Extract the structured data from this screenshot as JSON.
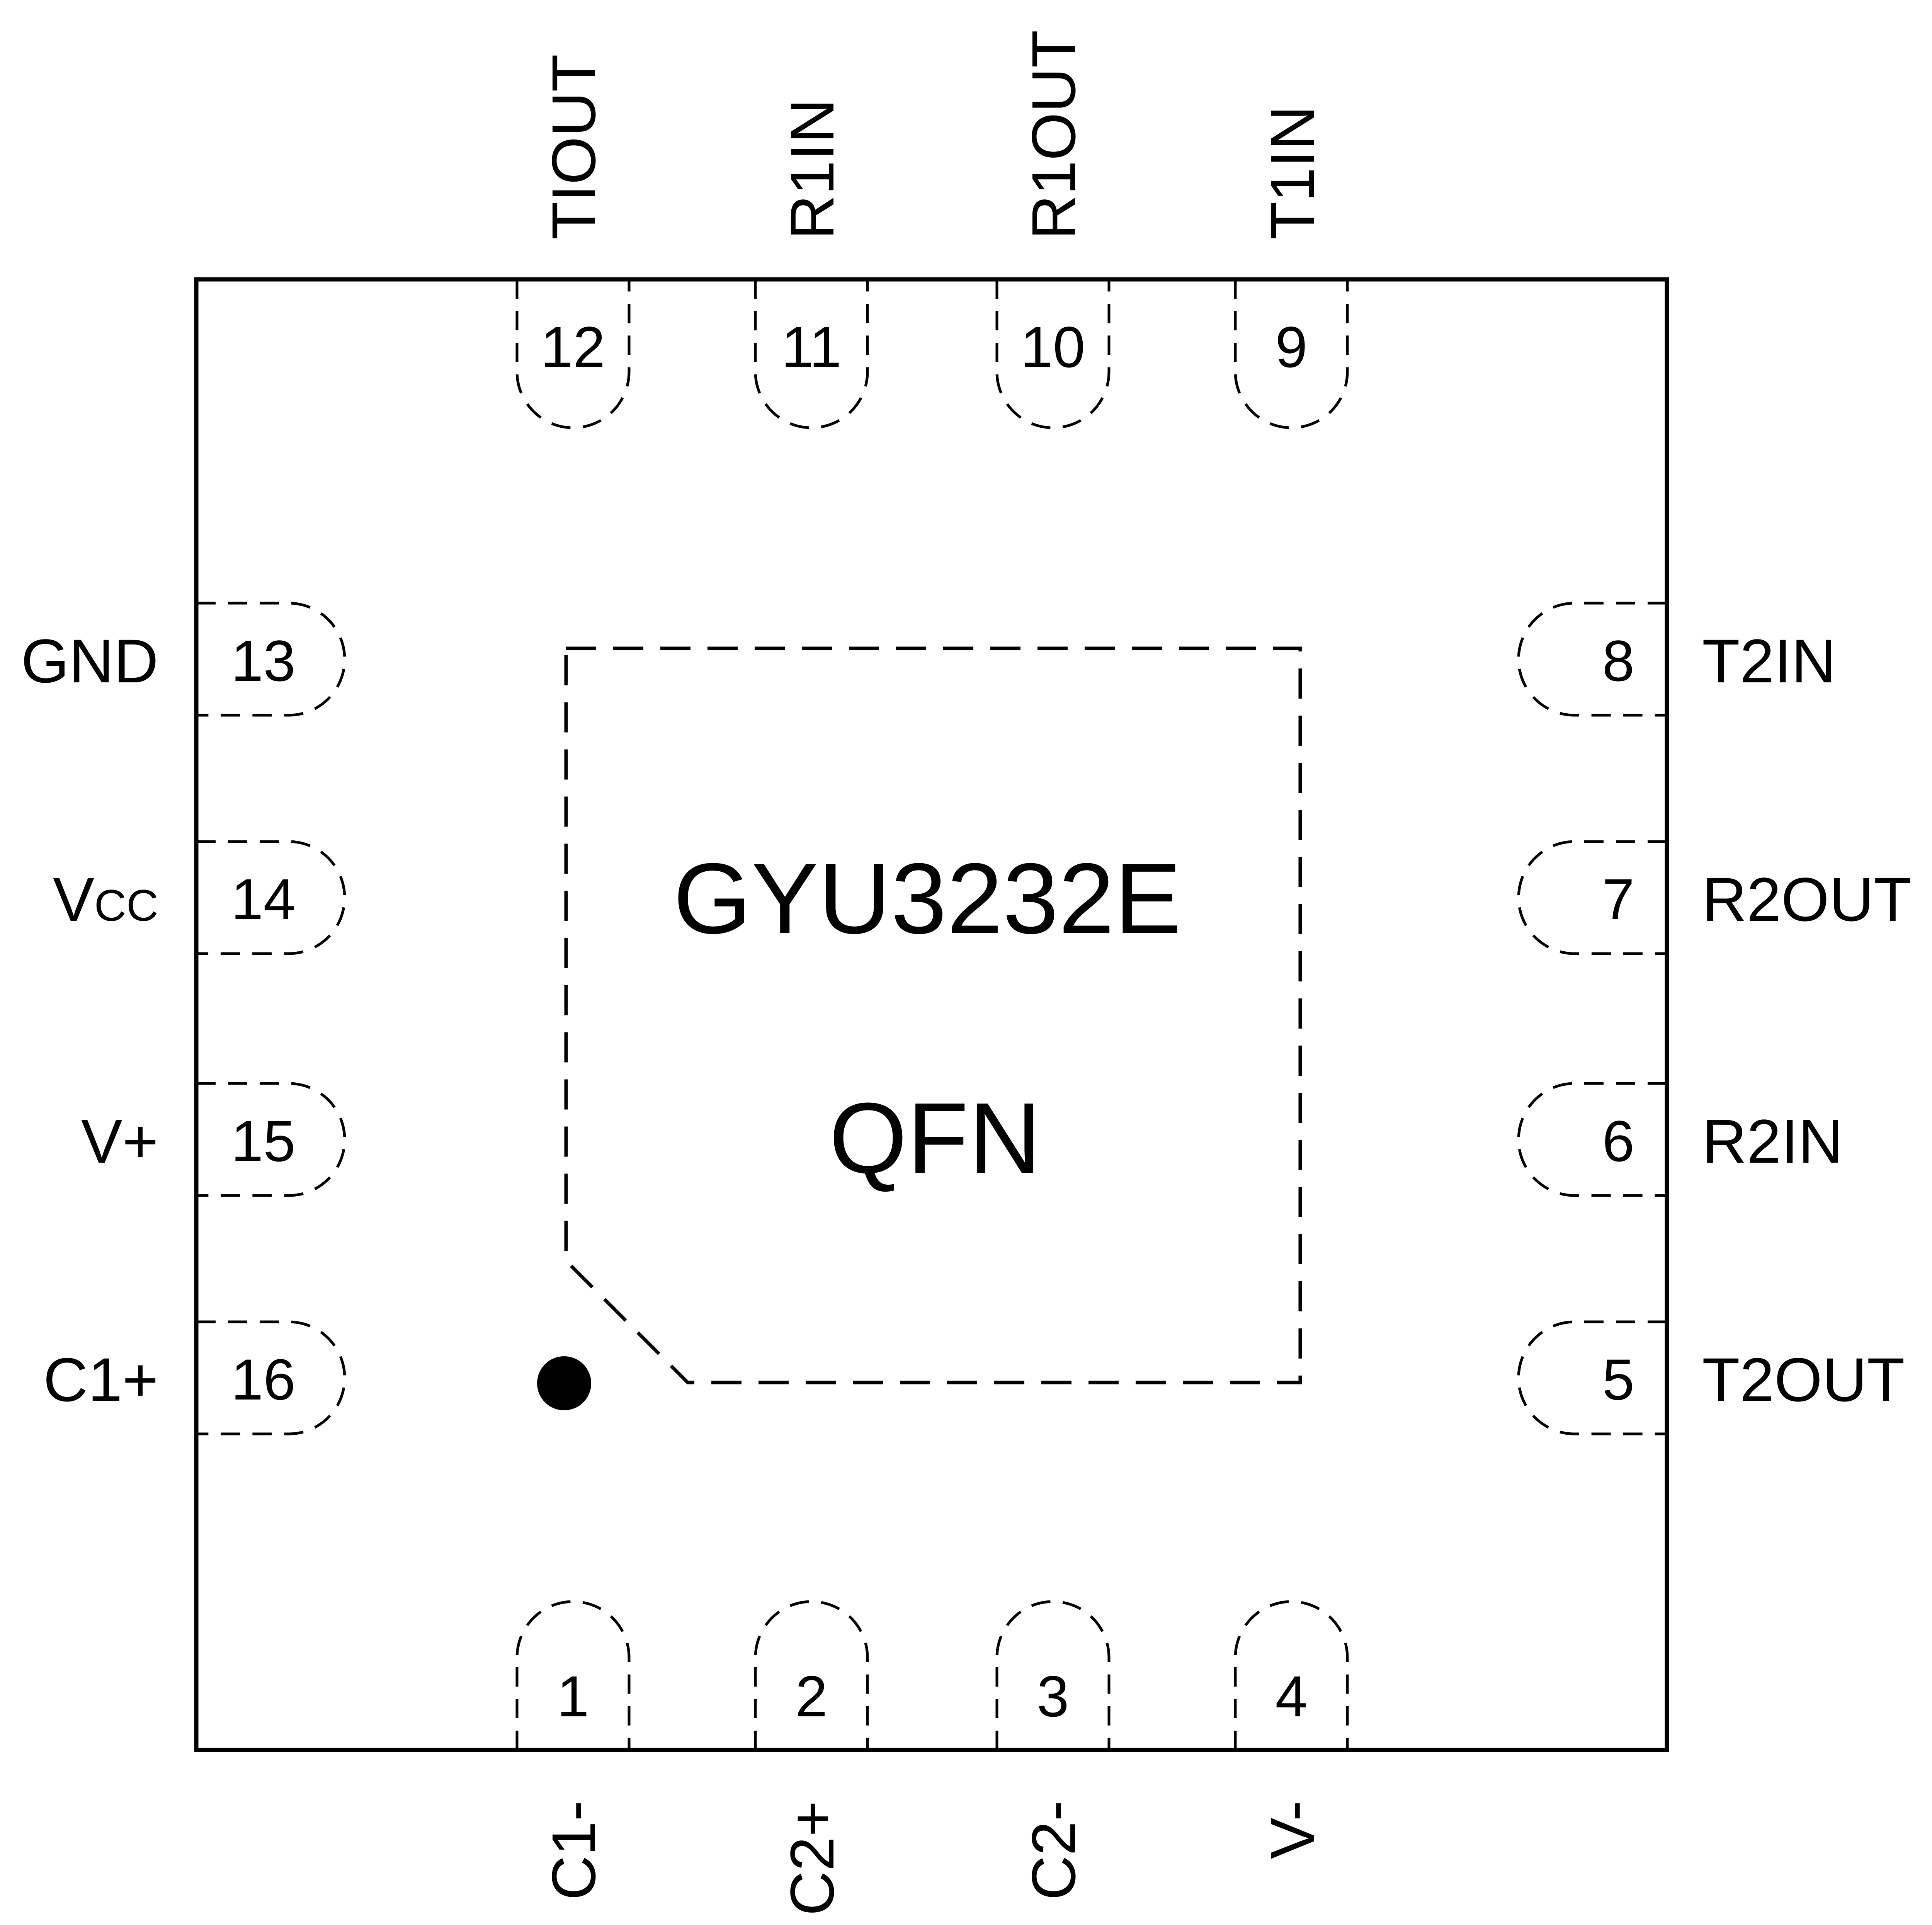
{
  "chip": {
    "part_number": "GYU3232E",
    "package": "QFN"
  },
  "pins": [
    {
      "number": "1",
      "name": "C1-"
    },
    {
      "number": "2",
      "name": "C2+"
    },
    {
      "number": "3",
      "name": "C2-"
    },
    {
      "number": "4",
      "name": "V-"
    },
    {
      "number": "5",
      "name": "T2OUT"
    },
    {
      "number": "6",
      "name": "R2IN"
    },
    {
      "number": "7",
      "name": "R2OUT"
    },
    {
      "number": "8",
      "name": "T2IN"
    },
    {
      "number": "9",
      "name": "T1IN"
    },
    {
      "number": "10",
      "name": "R1OUT"
    },
    {
      "number": "11",
      "name": "R1IN"
    },
    {
      "number": "12",
      "name": "TIOUT"
    },
    {
      "number": "13",
      "name": "GND"
    },
    {
      "number": "14",
      "name": "V",
      "name_subscript": "CC"
    },
    {
      "number": "15",
      "name": "V+"
    },
    {
      "number": "16",
      "name": "C1+"
    }
  ],
  "colors": {
    "line": "#000000",
    "background": "#ffffff",
    "pin1_marker": "#000000"
  }
}
